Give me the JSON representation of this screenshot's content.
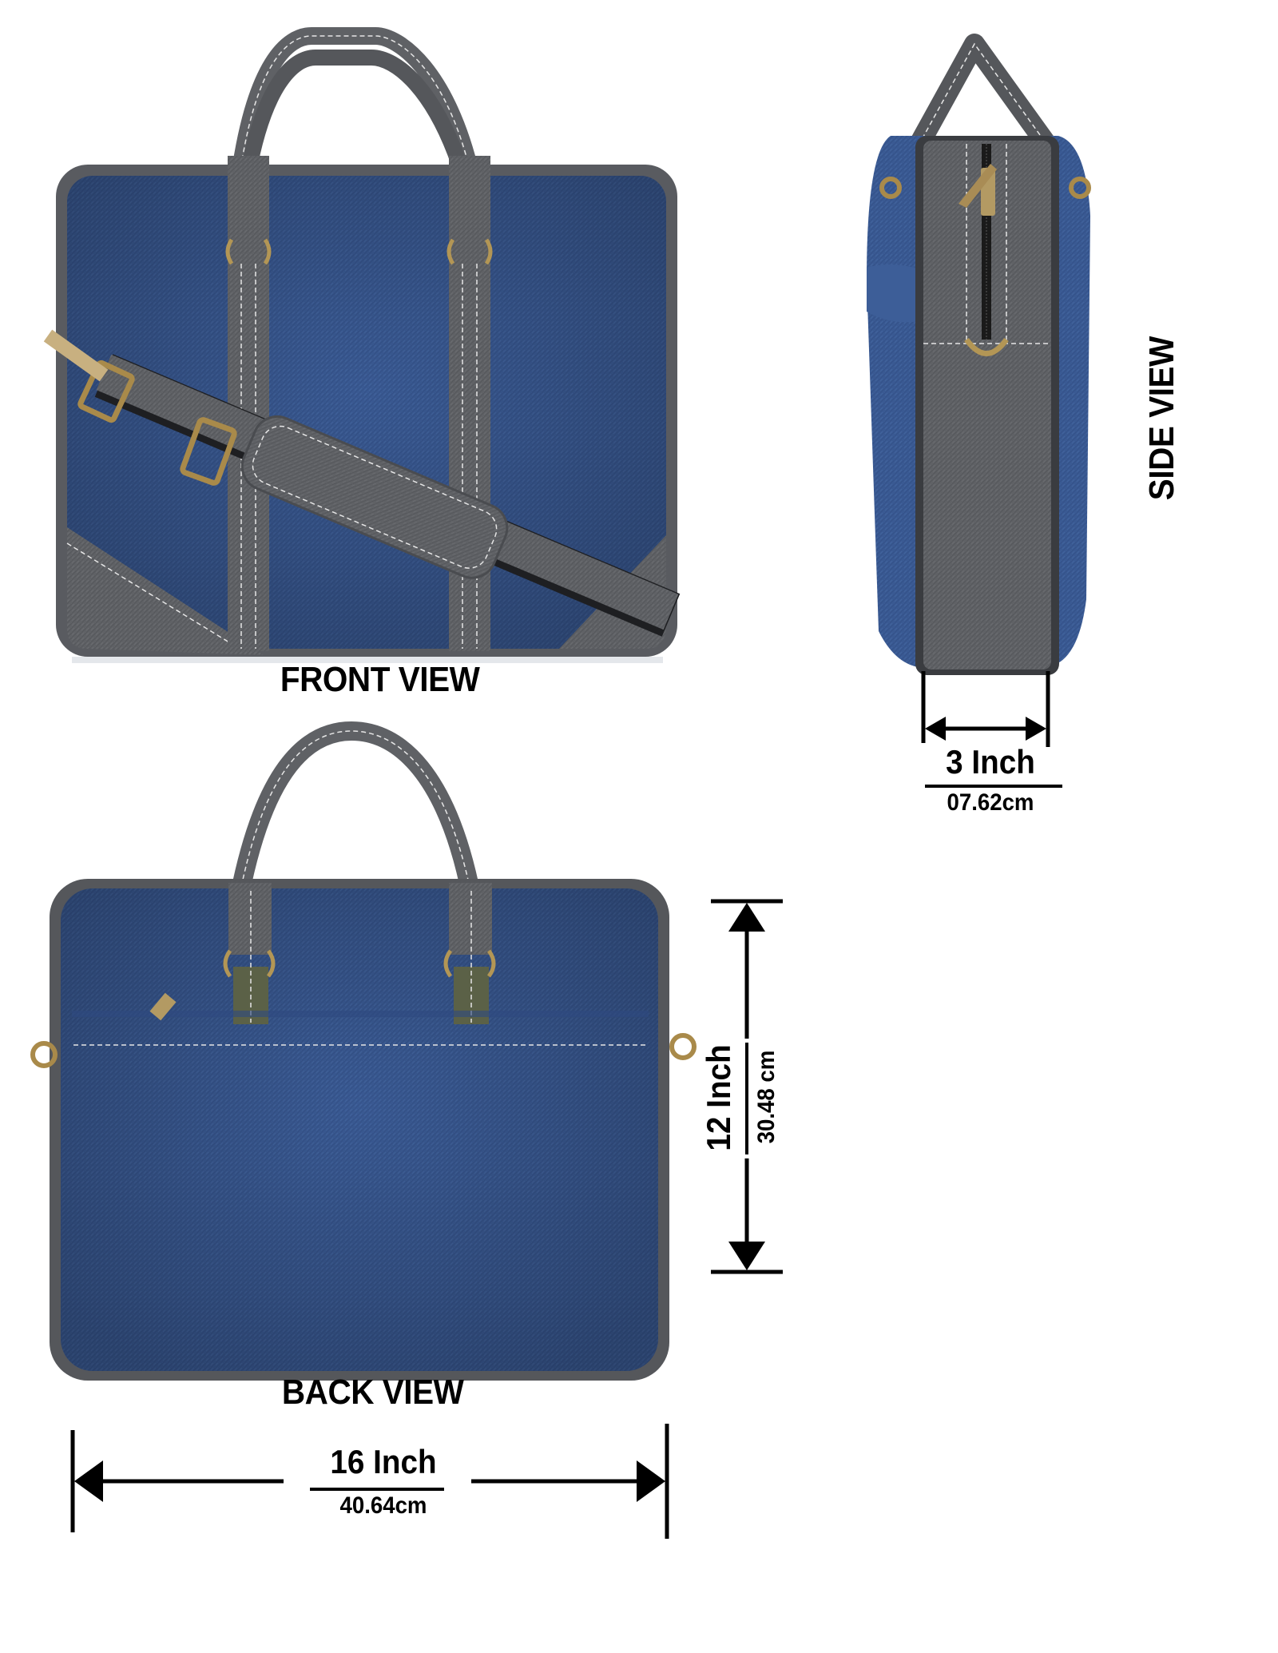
{
  "views": {
    "front": {
      "label": "FRONT VIEW"
    },
    "side": {
      "label": "SIDE VIEW"
    },
    "back": {
      "label": "BACK VIEW"
    }
  },
  "dimensions": {
    "depth": {
      "inches": "3 Inch",
      "cm": "07.62cm"
    },
    "height": {
      "inches": "12 Inch",
      "cm": "30.48 cm"
    },
    "width": {
      "inches": "16 Inch",
      "cm": "40.64cm"
    }
  },
  "colors": {
    "denim_blue": "#3a5a93",
    "denim_blue_dark": "#2e4a80",
    "grey_fabric": "#5f6165",
    "grey_dark": "#4a4c50",
    "stitch": "#e6e6e6",
    "brass": "#b39655",
    "olive": "#5b6147",
    "text": "#000000"
  }
}
